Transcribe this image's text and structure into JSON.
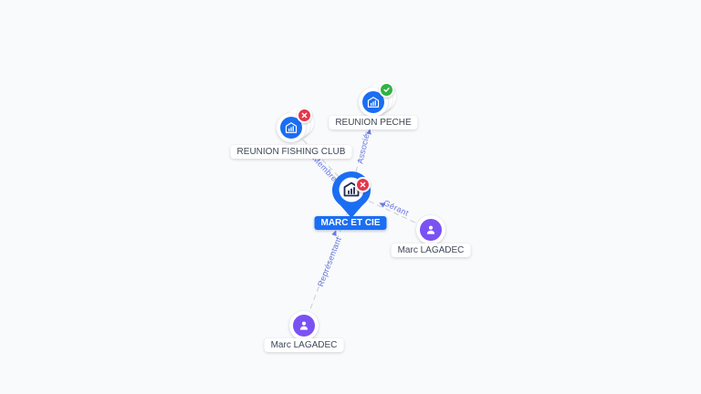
{
  "app": {
    "name": "company-network-graph"
  },
  "colors": {
    "background": "#f9fafb",
    "company_node": "#1b6ef2",
    "person_node": "#7a52f4",
    "error_badge": "#e5364a",
    "success_badge": "#2fb344",
    "edge_label": "#5a6be0",
    "focus_label_bg": "#1b6ef2"
  },
  "nodes": [
    {
      "id": "reunion-peche",
      "label": "REUNION PECHE",
      "type": "company",
      "icon": "company-icon",
      "badge": "check"
    },
    {
      "id": "reunion-fishing-club",
      "label": "REUNION FISHING CLUB",
      "type": "company",
      "icon": "company-icon",
      "badge": "cross"
    },
    {
      "id": "marc-et-cie",
      "label": "MARC ET CIE",
      "type": "company-focus",
      "icon": "map-pin-company-icon",
      "badge": "cross"
    },
    {
      "id": "marc-lagadec-gerant",
      "label": "Marc LAGADEC",
      "type": "person",
      "icon": "person-icon",
      "badge": null
    },
    {
      "id": "marc-lagadec-representant",
      "label": "Marc LAGADEC",
      "type": "person",
      "icon": "person-icon",
      "badge": null
    }
  ],
  "edges": [
    {
      "from": "marc-et-cie",
      "to": "reunion-peche",
      "label": "Associé"
    },
    {
      "from": "marc-et-cie",
      "to": "reunion-fishing-club",
      "label": "Membre"
    },
    {
      "from": "marc-lagadec-gerant",
      "to": "marc-et-cie",
      "label": "Gérant"
    },
    {
      "from": "marc-lagadec-representant",
      "to": "marc-et-cie",
      "label": "Représentant"
    }
  ]
}
